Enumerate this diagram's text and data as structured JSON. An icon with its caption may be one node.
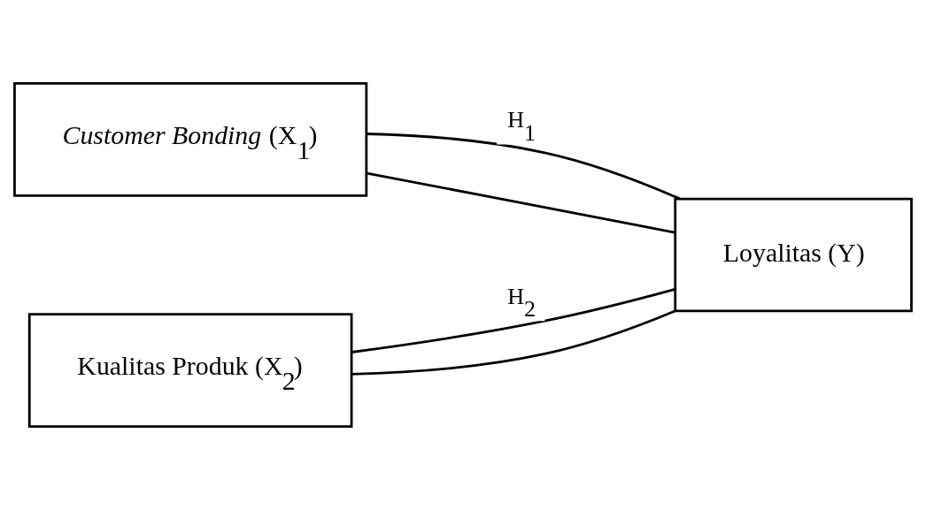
{
  "diagram": {
    "nodes": [
      {
        "text": [
          "*Customer Bonding* (X$_{1}$)"
        ]
      },
      {
        "text": [
          "Kualitas Produk (X$_{2}$)"
        ]
      },
      {
        "text": [
          "Loyalitas (Y)"
        ]
      }
    ],
    "edges": [
      {
        "from": 0,
        "to": 2,
        "arrow": "none",
        "label": "H$_{1}$"
      },
      {
        "from": 1,
        "to": 2,
        "arrow": "none",
        "label": "H$_{2}$"
      },
      {
        "from": 0,
        "to": 2,
        "arrow": "none"
      },
      {
        "from": 1,
        "to": 2,
        "arrow": "none"
      }
    ]
  }
}
